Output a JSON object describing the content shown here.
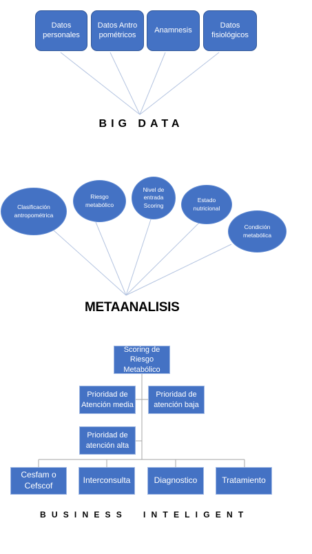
{
  "big_data": {
    "title": "BIG DATA",
    "boxes": [
      {
        "label": "Datos personales"
      },
      {
        "label": "Datos Antropométricos"
      },
      {
        "label": "Anamnesis"
      },
      {
        "label": "Datos fisiológicos"
      }
    ]
  },
  "metaanalisis": {
    "title": "METAANALISIS",
    "ellipses": [
      {
        "label": "Clasificación antropométrica"
      },
      {
        "label": "Riesgo metabólico"
      },
      {
        "label": "Nivel de entrada Scoring"
      },
      {
        "label": "Estado nutricional"
      },
      {
        "label": "Condición metabólica"
      }
    ]
  },
  "business": {
    "title": "BUSINESS  INTELIGENT",
    "root": {
      "label": "Scoring de Riesgo Metabólico"
    },
    "priority": [
      {
        "label": "Prioridad de Atención media"
      },
      {
        "label": "Prioridad de atención baja"
      },
      {
        "label": "Prioridad de atención alta"
      }
    ],
    "bottom": [
      {
        "label": "Cesfam o Cefscof"
      },
      {
        "label": "Interconsulta"
      },
      {
        "label": "Diagnostico"
      },
      {
        "label": "Tratamiento"
      }
    ]
  }
}
